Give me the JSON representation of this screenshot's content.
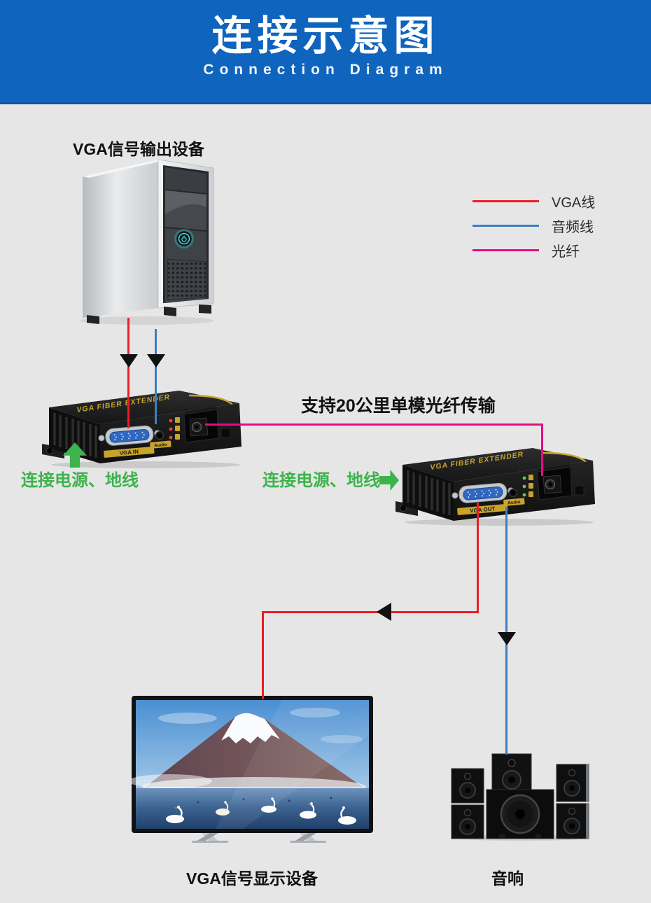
{
  "header": {
    "title": "连接示意图",
    "subtitle": "Connection Diagram",
    "bg_color": "#0f64bd"
  },
  "legend": [
    {
      "label": "VGA线",
      "color": "#ee1c25"
    },
    {
      "label": "音频线",
      "color": "#3d7fc1"
    },
    {
      "label": "光纤",
      "color": "#e60b84"
    }
  ],
  "labels": {
    "source_device": "VGA信号输出设备",
    "display_device": "VGA信号显示设备",
    "speakers": "音响",
    "fiber_note": "支持20公里单模光纤传输",
    "power_note_left": "连接电源、地线",
    "power_note_right": "连接电源、地线"
  },
  "extender": {
    "brand_text": "VGA FIBER EXTENDER",
    "tx_port_label": "VGA IN",
    "rx_port_label": "VGA OUT",
    "tx_audio_label": "Audio",
    "rx_audio_label": "Audio"
  },
  "colors": {
    "page_bg": "#e6e6e6",
    "vga_line": "#ee1c25",
    "audio_line": "#3d7fc1",
    "fiber_line": "#e60b84",
    "note_green": "#3cb44b",
    "device_yellow": "#c9a42b"
  }
}
